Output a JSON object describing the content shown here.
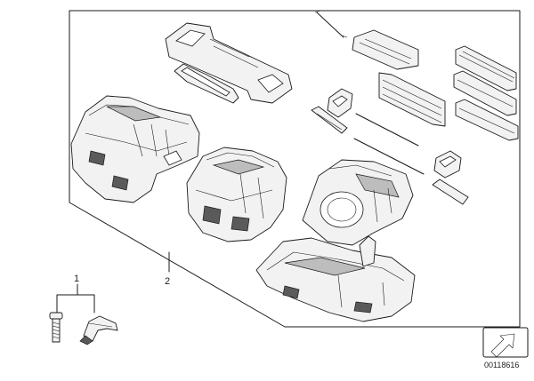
{
  "callouts": [
    {
      "id": "callout-1",
      "label": "1"
    },
    {
      "id": "callout-2",
      "label": "2"
    }
  ],
  "diagram_id": "00118616",
  "colors": {
    "line": "#1a1a1a",
    "fill": "#f2f2f2",
    "shade": "#5a5a5a"
  }
}
